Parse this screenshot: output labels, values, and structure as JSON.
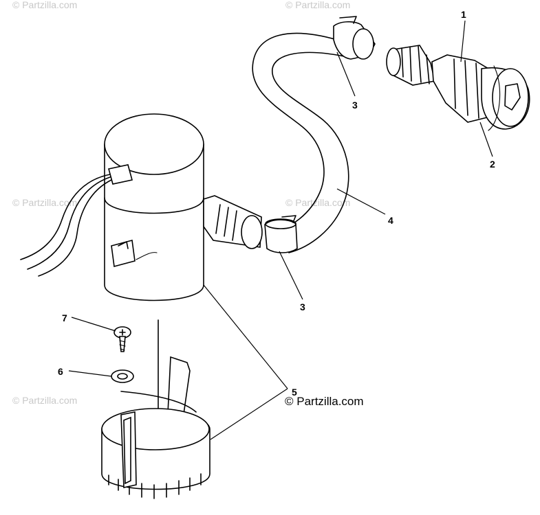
{
  "watermark": "© Partzilla.com",
  "brand_text": "© Partzilla.com",
  "callouts": {
    "c1": "1",
    "c2": "2",
    "c3a": "3",
    "c3b": "3",
    "c4": "4",
    "c5": "5",
    "c6": "6",
    "c7": "7"
  }
}
